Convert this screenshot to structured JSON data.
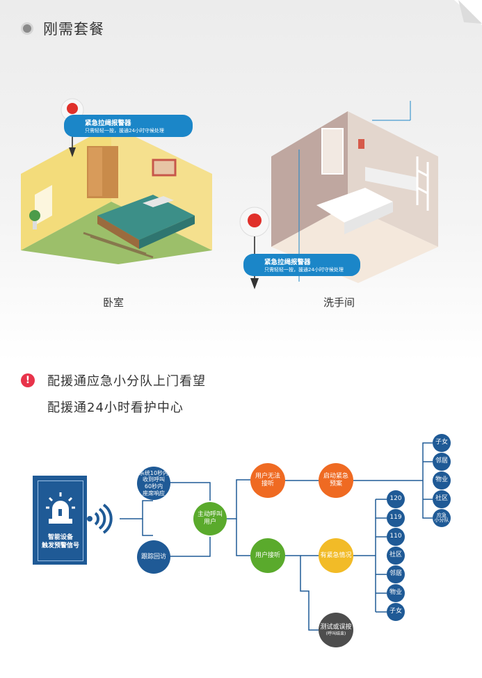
{
  "header": {
    "title": "刚需套餐"
  },
  "rooms": [
    {
      "label": "卧室",
      "callout_title": "紧急拉绳报警器",
      "callout_sub": "只需轻轻一按，援通24小时守候处理"
    },
    {
      "label": "洗手间",
      "callout_title": "紧急拉绳报警器",
      "callout_sub": "只需轻轻一按，援通24小时守候处理"
    }
  ],
  "info": {
    "line1": "配援通应急小分队上门看望",
    "line2": "配援通24小时看护中心"
  },
  "flow": {
    "device": {
      "line1": "智能设备",
      "line2": "触发预警信号"
    },
    "system_response": {
      "line1": "系统10秒内",
      "line2": "收到呼叫",
      "line3": "60秒内",
      "line4": "座席响应"
    },
    "follow_up": "跟踪回访",
    "active_call": {
      "line1": "主动呼叫",
      "line2": "用户"
    },
    "no_answer": {
      "line1": "用户无法",
      "line2": "接听"
    },
    "answered": "用户接听",
    "emergency_plan": {
      "line1": "启动紧急",
      "line2": "预案"
    },
    "has_emergency": "有紧急情况",
    "test_mistake": {
      "line1": "测试或误按",
      "line2": "(呼叫结束)"
    },
    "plan_contacts": [
      {
        "label": "子女"
      },
      {
        "label": "邻居"
      },
      {
        "label": "物业"
      },
      {
        "label": "社区"
      },
      {
        "label1": "应急",
        "label2": "小分队"
      }
    ],
    "emergency_contacts": [
      "120",
      "119",
      "110",
      "社区",
      "邻居",
      "物业",
      "子女"
    ]
  },
  "colors": {
    "blue": "#1f5a96",
    "green": "#5aaa2c",
    "orange": "#ef6a22",
    "yellow": "#f2bb27",
    "gray": "#4d4d4d",
    "callout": "#1b86c8",
    "alert": "#e8334a"
  }
}
